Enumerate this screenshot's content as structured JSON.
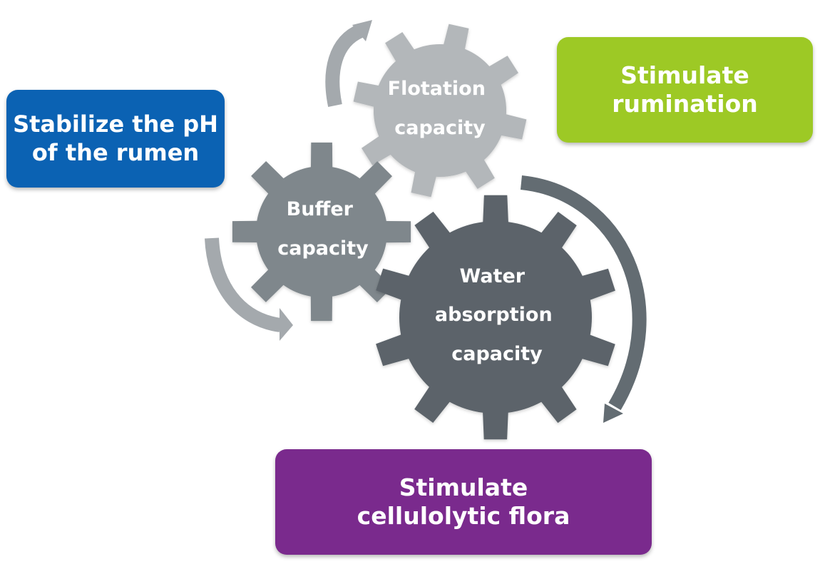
{
  "colors": {
    "box_ph": "#0b62b3",
    "box_rumination": "#9dc925",
    "box_flora": "#7a2a8d",
    "gear_flotation": "#b3b7ba",
    "gear_buffer": "#7f878c",
    "gear_water": "#5b646a",
    "arrow_light": "#a4a9ad",
    "arrow_dark": "#636c72"
  },
  "boxes": {
    "ph": {
      "line1": "Stabilize the pH",
      "line2": "of the rumen"
    },
    "rumination": {
      "line1": "Stimulate",
      "line2": "rumination"
    },
    "flora": {
      "line1": "Stimulate",
      "line2": "cellulolytic flora"
    }
  },
  "gears": {
    "flotation": {
      "line1": "Flotation",
      "line2": "capacity"
    },
    "buffer": {
      "line1": "Buffer",
      "line2": "capacity"
    },
    "water": {
      "line1": "Water",
      "line2": "absorption",
      "line3": "capacity"
    }
  }
}
